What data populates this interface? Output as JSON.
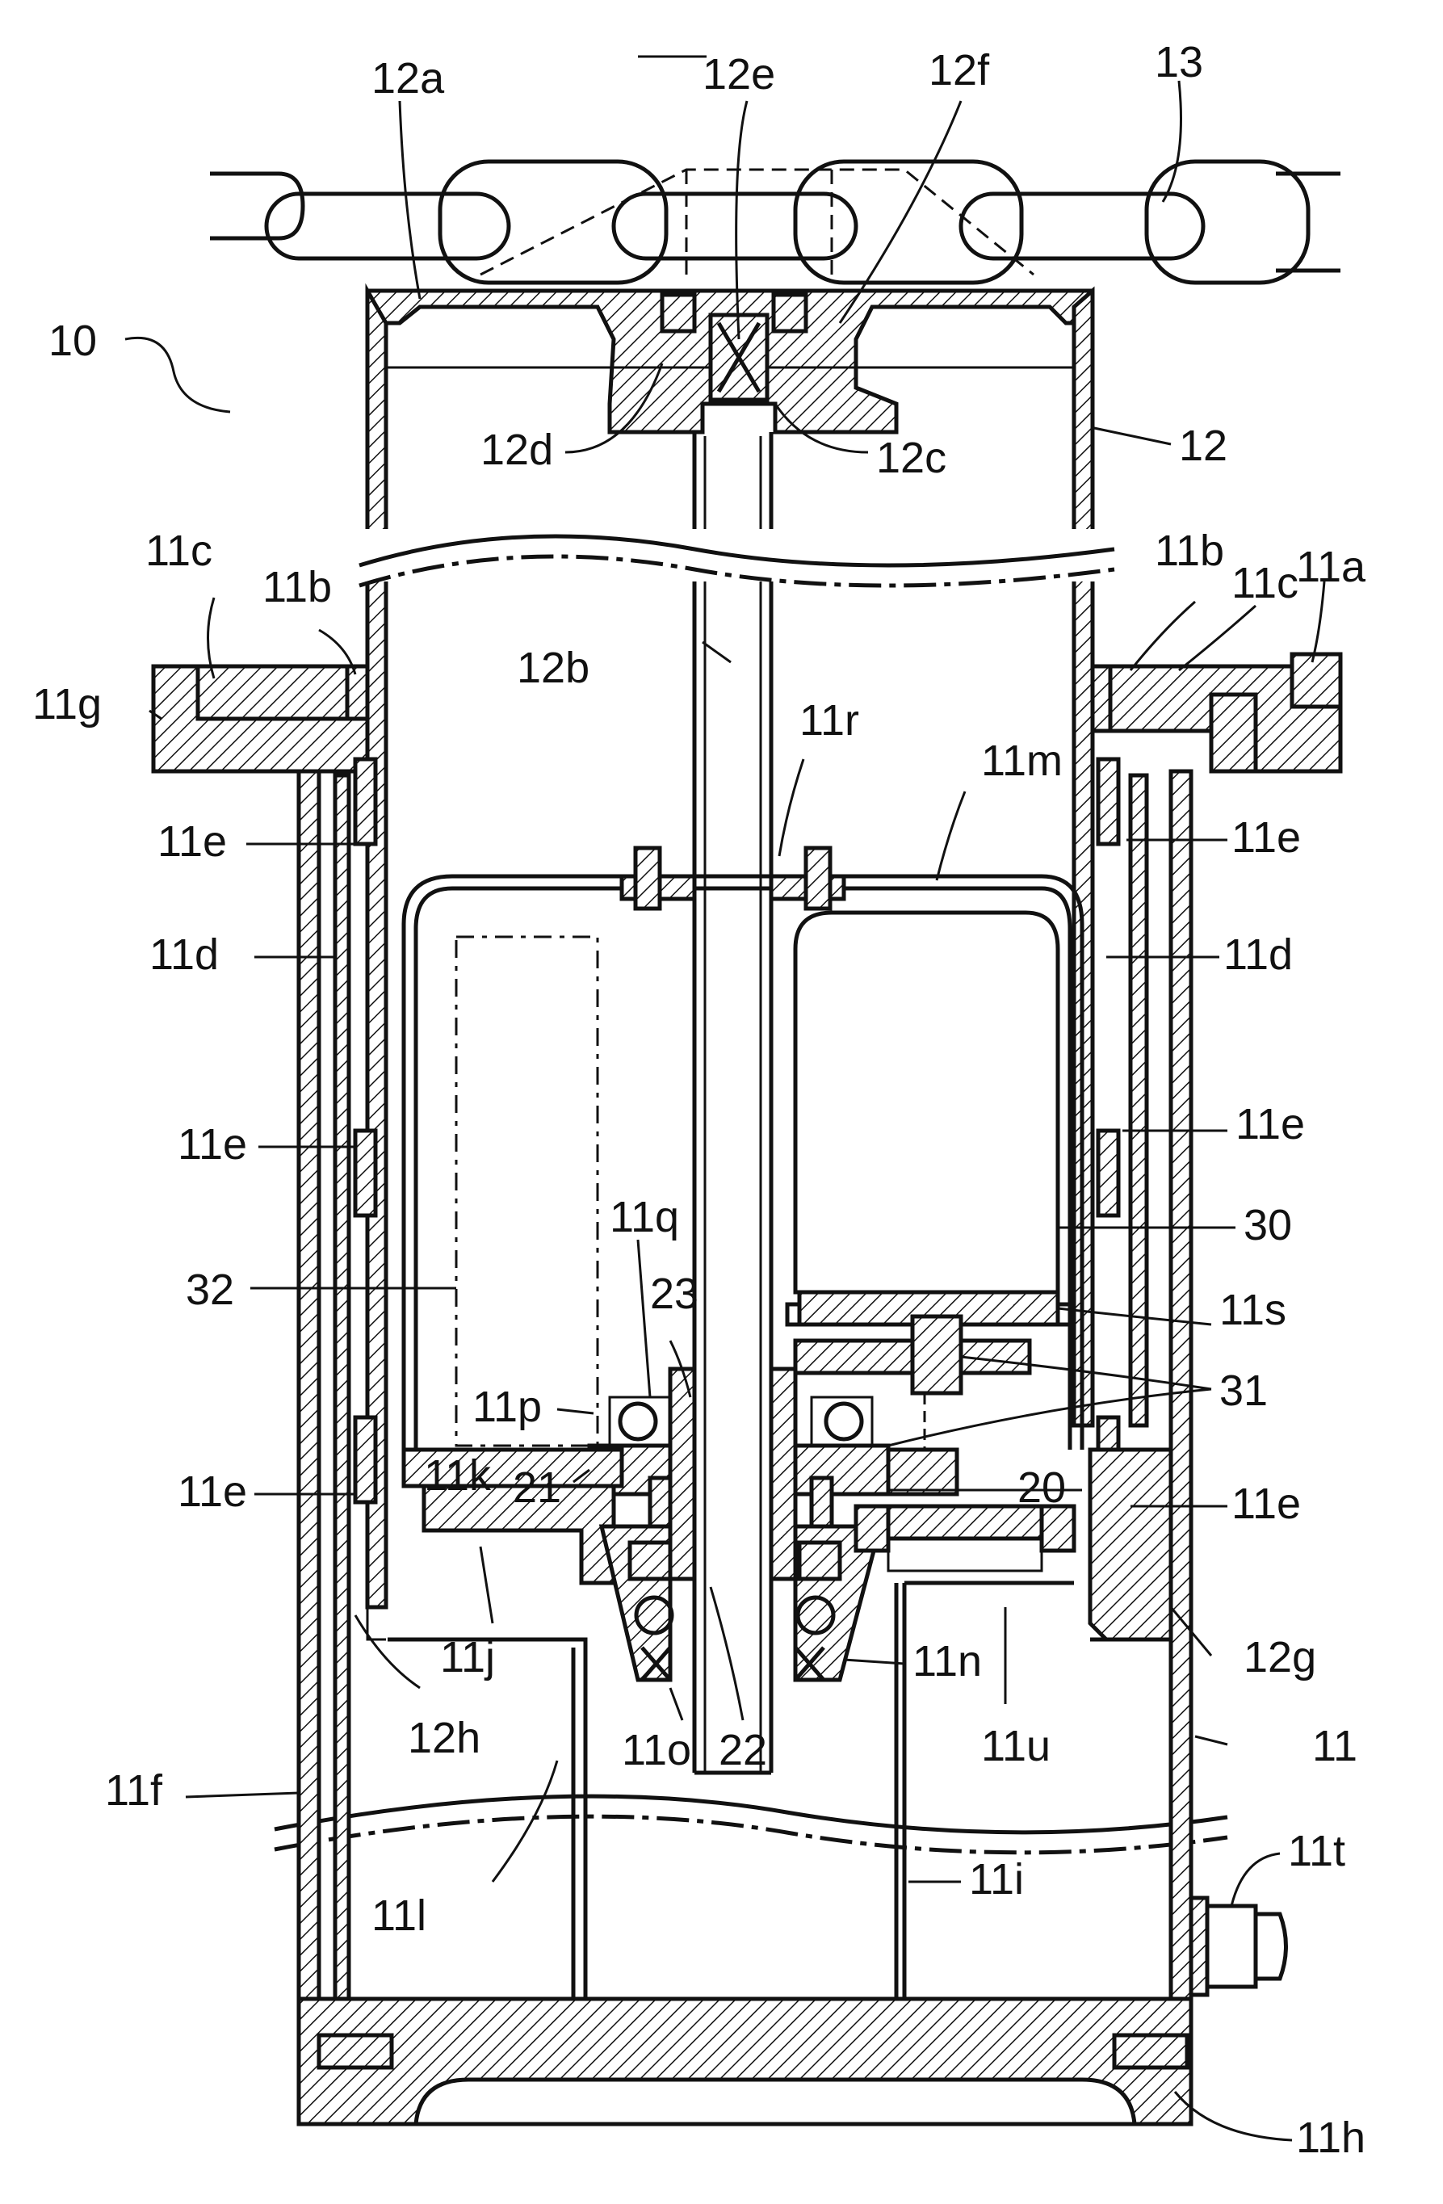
{
  "figure": {
    "labels": [
      {
        "id": "10",
        "text": "10"
      },
      {
        "id": "11",
        "text": "11"
      },
      {
        "id": "11a",
        "text": "11a"
      },
      {
        "id": "11b-left",
        "text": "11b"
      },
      {
        "id": "11b-right",
        "text": "11b"
      },
      {
        "id": "11c-left",
        "text": "11c"
      },
      {
        "id": "11c-right",
        "text": "11c"
      },
      {
        "id": "11d-left",
        "text": "11d"
      },
      {
        "id": "11d-right",
        "text": "11d"
      },
      {
        "id": "11e-l1",
        "text": "11e"
      },
      {
        "id": "11e-l2",
        "text": "11e"
      },
      {
        "id": "11e-l3",
        "text": "11e"
      },
      {
        "id": "11e-r1",
        "text": "11e"
      },
      {
        "id": "11e-r2",
        "text": "11e"
      },
      {
        "id": "11e-r3",
        "text": "11e"
      },
      {
        "id": "11f",
        "text": "11f"
      },
      {
        "id": "11g",
        "text": "11g"
      },
      {
        "id": "11h",
        "text": "11h"
      },
      {
        "id": "11i",
        "text": "11i"
      },
      {
        "id": "11j",
        "text": "11j"
      },
      {
        "id": "11k",
        "text": "11k"
      },
      {
        "id": "11l",
        "text": "11l"
      },
      {
        "id": "11m",
        "text": "11m"
      },
      {
        "id": "11n",
        "text": "11n"
      },
      {
        "id": "11o",
        "text": "11o"
      },
      {
        "id": "11p",
        "text": "11p"
      },
      {
        "id": "11q",
        "text": "11q"
      },
      {
        "id": "11r",
        "text": "11r"
      },
      {
        "id": "11s",
        "text": "11s"
      },
      {
        "id": "11t",
        "text": "11t"
      },
      {
        "id": "11u",
        "text": "11u"
      },
      {
        "id": "12",
        "text": "12"
      },
      {
        "id": "12a",
        "text": "12a"
      },
      {
        "id": "12b",
        "text": "12b"
      },
      {
        "id": "12c",
        "text": "12c"
      },
      {
        "id": "12d",
        "text": "12d"
      },
      {
        "id": "12e",
        "text": "12e"
      },
      {
        "id": "12f",
        "text": "12f"
      },
      {
        "id": "12g",
        "text": "12g"
      },
      {
        "id": "12h",
        "text": "12h"
      },
      {
        "id": "13",
        "text": "13"
      },
      {
        "id": "20",
        "text": "20"
      },
      {
        "id": "21",
        "text": "21"
      },
      {
        "id": "22",
        "text": "22"
      },
      {
        "id": "23",
        "text": "23"
      },
      {
        "id": "30",
        "text": "30"
      },
      {
        "id": "31",
        "text": "31"
      },
      {
        "id": "32",
        "text": "32"
      }
    ]
  }
}
